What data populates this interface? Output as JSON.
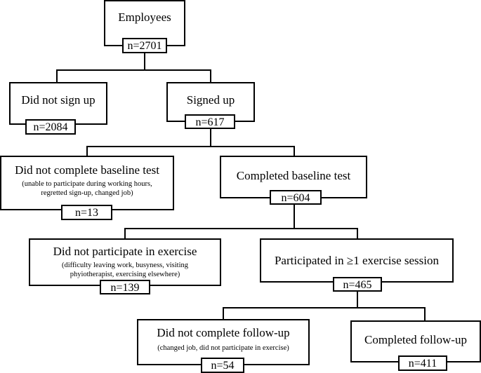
{
  "nodes": {
    "employees": {
      "title": "Employees",
      "n": "n=2701"
    },
    "not_signed_up": {
      "title": "Did not sign up",
      "n": "n=2084"
    },
    "signed_up": {
      "title": "Signed up",
      "n": "n=617"
    },
    "not_baseline": {
      "title": "Did not complete baseline test",
      "note": "(unable to participate during working hours, regretted sign-up, changed job)",
      "n": "n=13"
    },
    "baseline": {
      "title": "Completed baseline test",
      "n": "n=604"
    },
    "not_exercise": {
      "title": "Did not participate in exercise",
      "note": "(difficulty leaving work, busyness, visiting phyiotherapist, exercising elsewhere)",
      "n": "n=139"
    },
    "exercise": {
      "title": "Participated in ≥1 exercise session",
      "n": "n=465"
    },
    "not_followup": {
      "title": "Did not complete follow-up",
      "note": "(changed job, did not participate in exercise)",
      "n": "n=54"
    },
    "followup": {
      "title": "Completed follow-up",
      "n": "n=411"
    }
  }
}
